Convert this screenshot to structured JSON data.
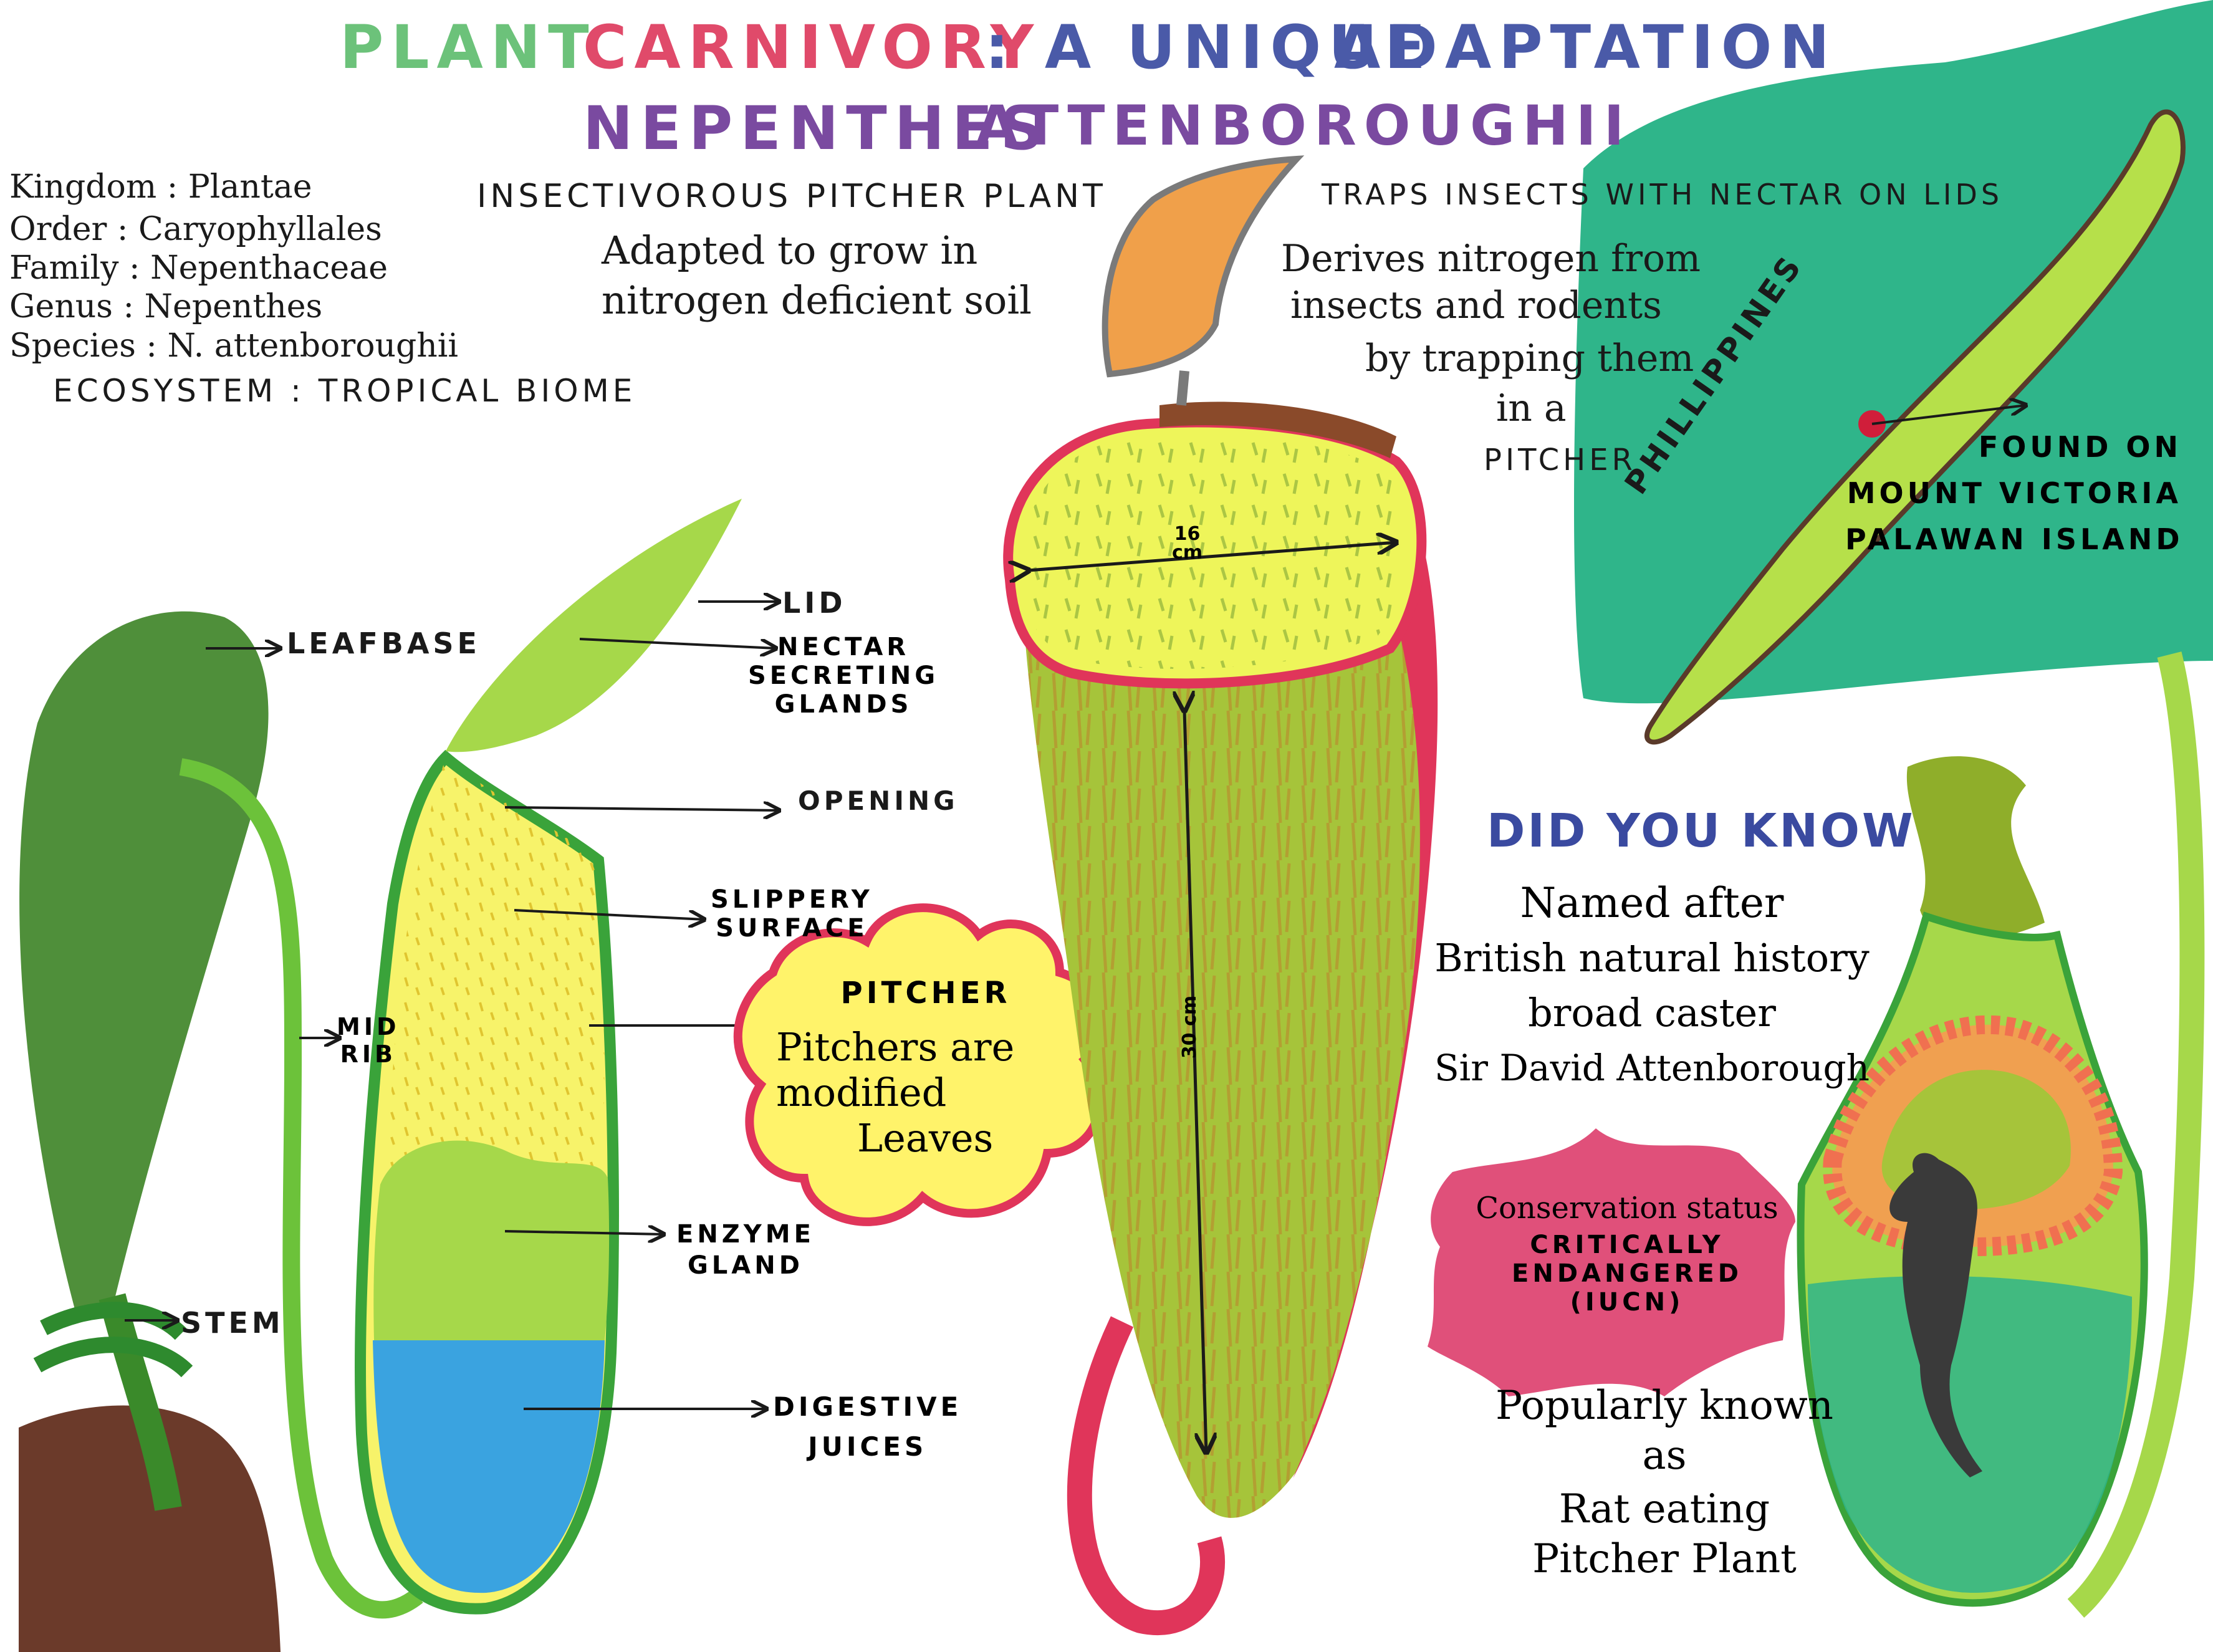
{
  "title": {
    "part1": "PLANT",
    "part2": "CARNIVORY",
    "part3": ": A UNIQUE",
    "part4": "ADAPTATION",
    "subtitle_a": "NEPENTHES",
    "subtitle_b": "ATTENBOROUGHII"
  },
  "classification": {
    "kingdom": "Kingdom : Plantae",
    "order": "Order : Caryophyllales",
    "family": "Family : Nepenthaceae",
    "genus": "Genus : Nepenthes",
    "species": "Species : N. attenboroughii",
    "ecosystem": "ECOSYSTEM : TROPICAL BIOME"
  },
  "facts": {
    "insectivorous": "INSECTIVOROUS PITCHER PLANT",
    "adapted_1": "Adapted to grow in",
    "adapted_2": "nitrogen deficient soil",
    "traps": "TRAPS INSECTS WITH NECTAR ON LIDS",
    "derives_1": "Derives nitrogen from",
    "derives_2": "insects and rodents",
    "derives_3": "by trapping them",
    "derives_4": "in a",
    "derives_5": "PITCHER"
  },
  "parts": {
    "leafbase": "LEAFBASE",
    "midrib_1": "MID",
    "midrib_2": "RIB",
    "stem": "STEM",
    "lid": "LID",
    "nectar_1": "NECTAR",
    "nectar_2": "SECRETING",
    "nectar_3": "GLANDS",
    "opening": "OPENING",
    "slippery_1": "SLIPPERY",
    "slippery_2": "SURFACE",
    "enzyme_1": "ENZYME",
    "enzyme_2": "GLAND",
    "digestive_1": "DIGESTIVE",
    "digestive_2": "JUICES"
  },
  "pitcher_callout": {
    "heading": "PITCHER",
    "line1": "Pitchers are",
    "line2": "modified",
    "line3": "Leaves"
  },
  "measurements": {
    "width_value": "16",
    "width_unit": "cm",
    "height_value": "30",
    "height_unit": "cm"
  },
  "map": {
    "country": "PHILLIPPINES",
    "found_1": "FOUND ON",
    "found_2": "MOUNT VICTORIA",
    "found_3": "PALAWAN ISLAND"
  },
  "did_you_know": {
    "heading": "DID YOU KNOW",
    "line1": "Named after",
    "line2": "British natural history",
    "line3": "broad caster",
    "line4": "Sir David Attenborough"
  },
  "conservation": {
    "line1": "Conservation status",
    "line2": "CRITICALLY",
    "line3": "ENDANGERED",
    "line4": "(IUCN)"
  },
  "popular": {
    "line1": "Popularly known",
    "line2": "as",
    "line3": "Rat eating",
    "line4": "Pitcher Plant"
  },
  "colors": {
    "title_green": "#6cc27a",
    "title_red": "#e04a6a",
    "title_blue": "#4a5aa8",
    "subtitle_purple": "#7a4aa0",
    "leaf_dark": "#4f8f3a",
    "pitcher_yellow": "#f7f36a",
    "pitcher_green": "#a6d84a",
    "juice_blue": "#3aa3e0",
    "rim_red": "#e0355a",
    "map_teal": "#2fb58a",
    "map_island": "#b6e04a",
    "dyk_blue": "#3a4aa0",
    "conservation_pink": "#e0507a",
    "callout_yellow": "#fff36a",
    "soil_brown": "#6b3a2a"
  }
}
